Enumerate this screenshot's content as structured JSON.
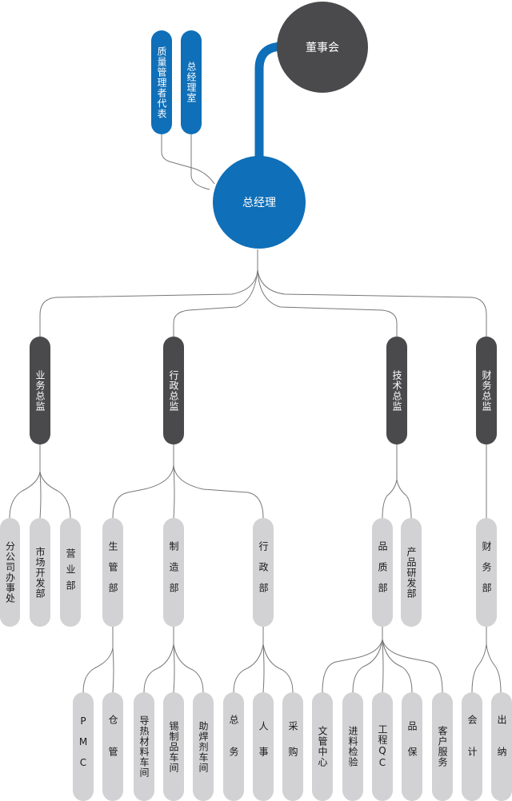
{
  "top": {
    "board": "董事会",
    "gm": "总经理",
    "quality_rep": "质量管理者代表",
    "gm_office": "总经理室"
  },
  "directors": {
    "business": "业务总监",
    "admin": "行政总监",
    "tech": "技术总监",
    "finance": "财务总监"
  },
  "departments": {
    "branch": "分公司办事处",
    "market": "市场开发部",
    "sales": "营业部",
    "production_mgmt": "生管部",
    "manufacturing": "制造部",
    "administration": "行政部",
    "quality": "品质部",
    "rnd": "产品研发部",
    "finance_dept": "财务部"
  },
  "units": {
    "pmc": "PMC",
    "warehouse": "仓管",
    "thermal_workshop": "导热材料车间",
    "tin_workshop": "锡制品车间",
    "flux_workshop": "助焊剂车间",
    "general_affairs": "总务",
    "hr": "人事",
    "purchasing": "采购",
    "doc_center": "文管中心",
    "incoming_inspection": "进料检验",
    "engineering_qc": "工程QC",
    "qa": "品保",
    "customer_service": "客户服务",
    "accounting": "会计",
    "cashier": "出纳"
  },
  "colors": {
    "blue": "#0f6fb8",
    "dark": "#4a4a4c",
    "grey": "#d2d2d4",
    "line": "#6a6a6a"
  }
}
